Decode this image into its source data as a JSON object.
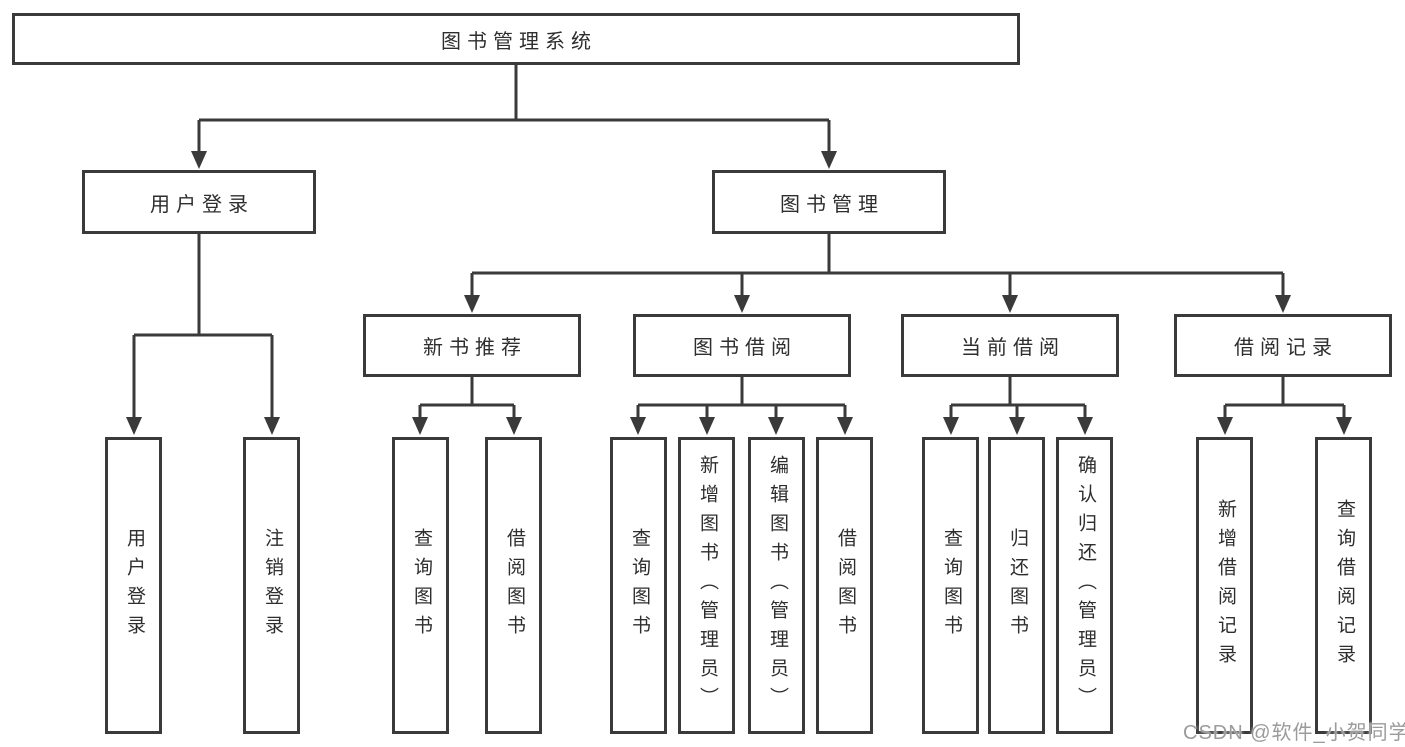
{
  "title": {
    "label": "图书管理系统"
  },
  "watermark": {
    "text": "CSDN @软件_小贺同学",
    "color": "#9b9b9b"
  },
  "colors": {
    "line": "#3a3a3a",
    "text": "#2e2e2e",
    "background": "#ffffff"
  },
  "level2": [
    {
      "id": "user-login",
      "label": "用户登录"
    },
    {
      "id": "book-management",
      "label": "图书管理"
    }
  ],
  "level3": [
    {
      "id": "new-book-recommend",
      "label": "新书推荐"
    },
    {
      "id": "book-borrowing",
      "label": "图书借阅"
    },
    {
      "id": "current-borrowing",
      "label": "当前借阅"
    },
    {
      "id": "borrowing-records",
      "label": "借阅记录"
    }
  ],
  "leaves": [
    {
      "group": "user-login",
      "label": "用户登录"
    },
    {
      "group": "user-login",
      "label": "注销登录"
    },
    {
      "group": "new-book-recommend",
      "label": "查询图书"
    },
    {
      "group": "new-book-recommend",
      "label": "借阅图书"
    },
    {
      "group": "book-borrowing",
      "label": "查询图书"
    },
    {
      "group": "book-borrowing",
      "label": "新增图书（管理员）"
    },
    {
      "group": "book-borrowing",
      "label": "编辑图书（管理员）"
    },
    {
      "group": "book-borrowing",
      "label": "借阅图书"
    },
    {
      "group": "current-borrowing",
      "label": "查询图书"
    },
    {
      "group": "current-borrowing",
      "label": "归还图书"
    },
    {
      "group": "current-borrowing",
      "label": "确认归还（管理员）"
    },
    {
      "group": "borrowing-records",
      "label": "新增借阅记录"
    },
    {
      "group": "borrowing-records",
      "label": "查询借阅记录"
    }
  ]
}
